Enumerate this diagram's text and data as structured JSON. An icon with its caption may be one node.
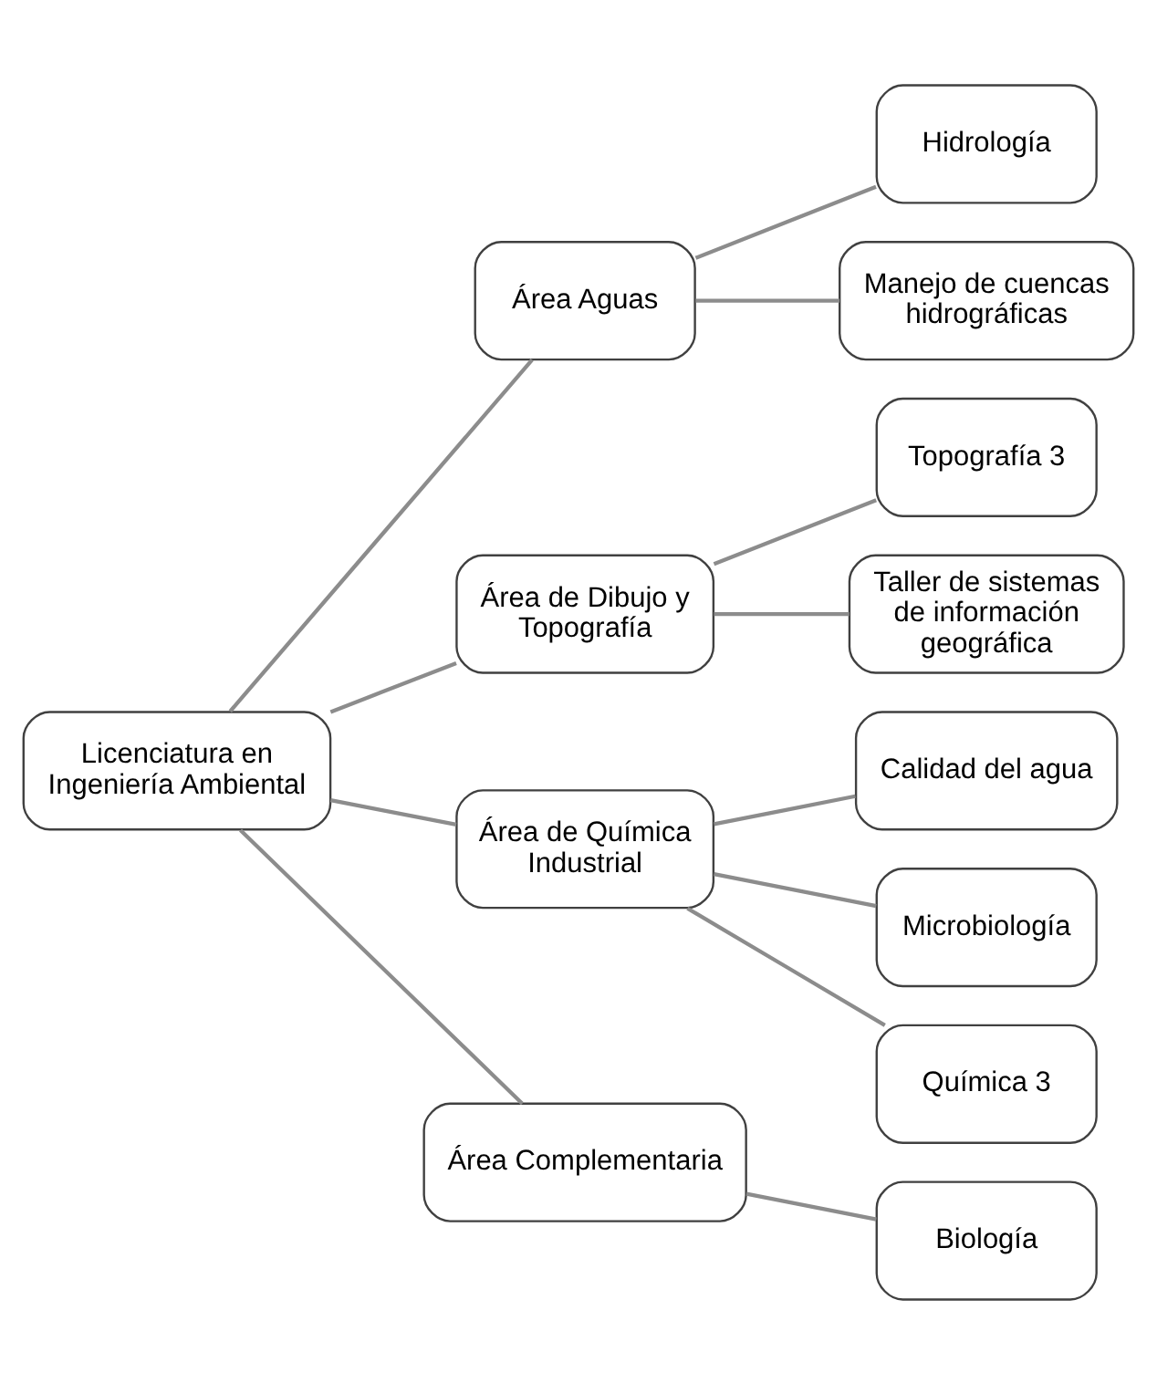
{
  "diagram": {
    "nodes": [
      {
        "text": [
          "Licenciatura en Ingeniería Ambiental"
        ]
      },
      {
        "text": [
          "Área Aguas"
        ]
      },
      {
        "text": [
          "Hidrología"
        ]
      },
      {
        "text": [
          "Manejo de cuencas hidrográficas"
        ]
      },
      {
        "text": [
          "Área de Dibujo y Topografía"
        ]
      },
      {
        "text": [
          "Topografía 3"
        ]
      },
      {
        "text": [
          "Taller de sistemas de información geográfica"
        ]
      },
      {
        "text": [
          "Área de Química Industrial"
        ]
      },
      {
        "text": [
          "Calidad del agua"
        ]
      },
      {
        "text": [
          "Microbiología"
        ]
      },
      {
        "text": [
          "Química 3"
        ]
      },
      {
        "text": [
          "Área Complementaria"
        ]
      },
      {
        "text": [
          "Biología"
        ]
      }
    ],
    "edges": [
      {
        "from": 0,
        "to": 1,
        "arrow": "none"
      },
      {
        "from": 0,
        "to": 4,
        "arrow": "none"
      },
      {
        "from": 0,
        "to": 7,
        "arrow": "none"
      },
      {
        "from": 0,
        "to": 11,
        "arrow": "none"
      },
      {
        "from": 1,
        "to": 2,
        "arrow": "none"
      },
      {
        "from": 1,
        "to": 3,
        "arrow": "none"
      },
      {
        "from": 4,
        "to": 5,
        "arrow": "none"
      },
      {
        "from": 4,
        "to": 6,
        "arrow": "none"
      },
      {
        "from": 7,
        "to": 8,
        "arrow": "none"
      },
      {
        "from": 7,
        "to": 9,
        "arrow": "none"
      },
      {
        "from": 7,
        "to": 10,
        "arrow": "none"
      },
      {
        "from": 11,
        "to": 12,
        "arrow": "none"
      }
    ]
  }
}
